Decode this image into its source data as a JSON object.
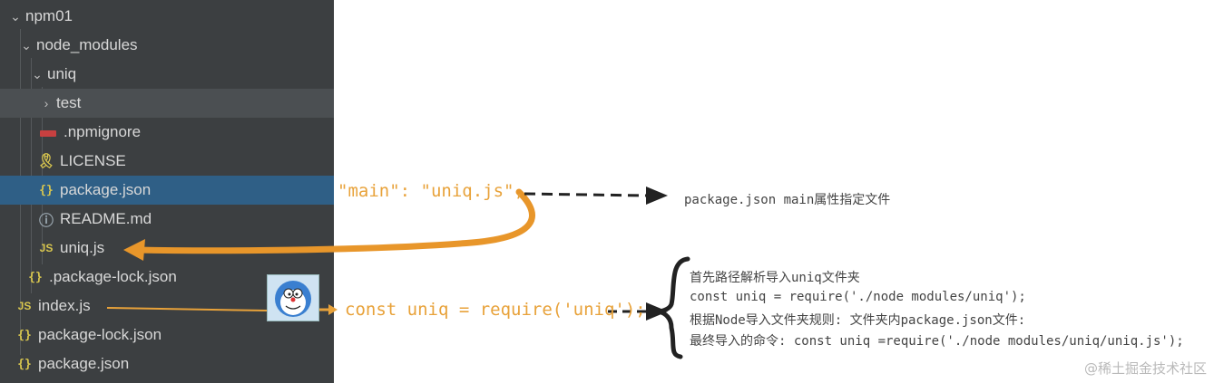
{
  "tree": {
    "items": [
      {
        "label": "npm01",
        "indent": 0,
        "arrow": "v",
        "icon": "none"
      },
      {
        "label": "node_modules",
        "indent": 1,
        "arrow": "v",
        "icon": "none"
      },
      {
        "label": "uniq",
        "indent": 2,
        "arrow": "v",
        "icon": "none"
      },
      {
        "label": "test",
        "indent": 3,
        "arrow": ">",
        "icon": "none"
      },
      {
        "label": ".npmignore",
        "indent": 3,
        "arrow": "",
        "icon": "npm"
      },
      {
        "label": "LICENSE",
        "indent": 3,
        "arrow": "",
        "icon": "license"
      },
      {
        "label": "package.json",
        "indent": 3,
        "arrow": "",
        "icon": "json"
      },
      {
        "label": "README.md",
        "indent": 3,
        "arrow": "",
        "icon": "info"
      },
      {
        "label": "uniq.js",
        "indent": 3,
        "arrow": "",
        "icon": "js"
      },
      {
        "label": ".package-lock.json",
        "indent": 2,
        "arrow": "",
        "icon": "json"
      },
      {
        "label": "index.js",
        "indent": 1,
        "arrow": "",
        "icon": "js"
      },
      {
        "label": "package-lock.json",
        "indent": 1,
        "arrow": "",
        "icon": "json"
      },
      {
        "label": "package.json",
        "indent": 1,
        "arrow": "",
        "icon": "json"
      }
    ]
  },
  "annotations": {
    "main_field": "\"main\": \"uniq.js\",",
    "main_note": "package.json main属性指定文件",
    "require_code": "const uniq = require('uniq');",
    "step1": "首先路径解析导入uniq文件夹",
    "step2": "const uniq = require('./node modules/uniq');",
    "step3": "根据Node导入文件夹规则: 文件夹内package.json文件:",
    "step4": "最终导入的命令: const uniq =require('./node modules/uniq/uniq.js');"
  },
  "watermark": "@稀土掘金技术社区",
  "colors": {
    "explorer_bg": "#3c3f41",
    "selected_row": "#2f5f86",
    "hover_row": "#4b4f52",
    "annotation_orange": "#e8a23a",
    "flow_arrow_orange": "#e8962a"
  }
}
